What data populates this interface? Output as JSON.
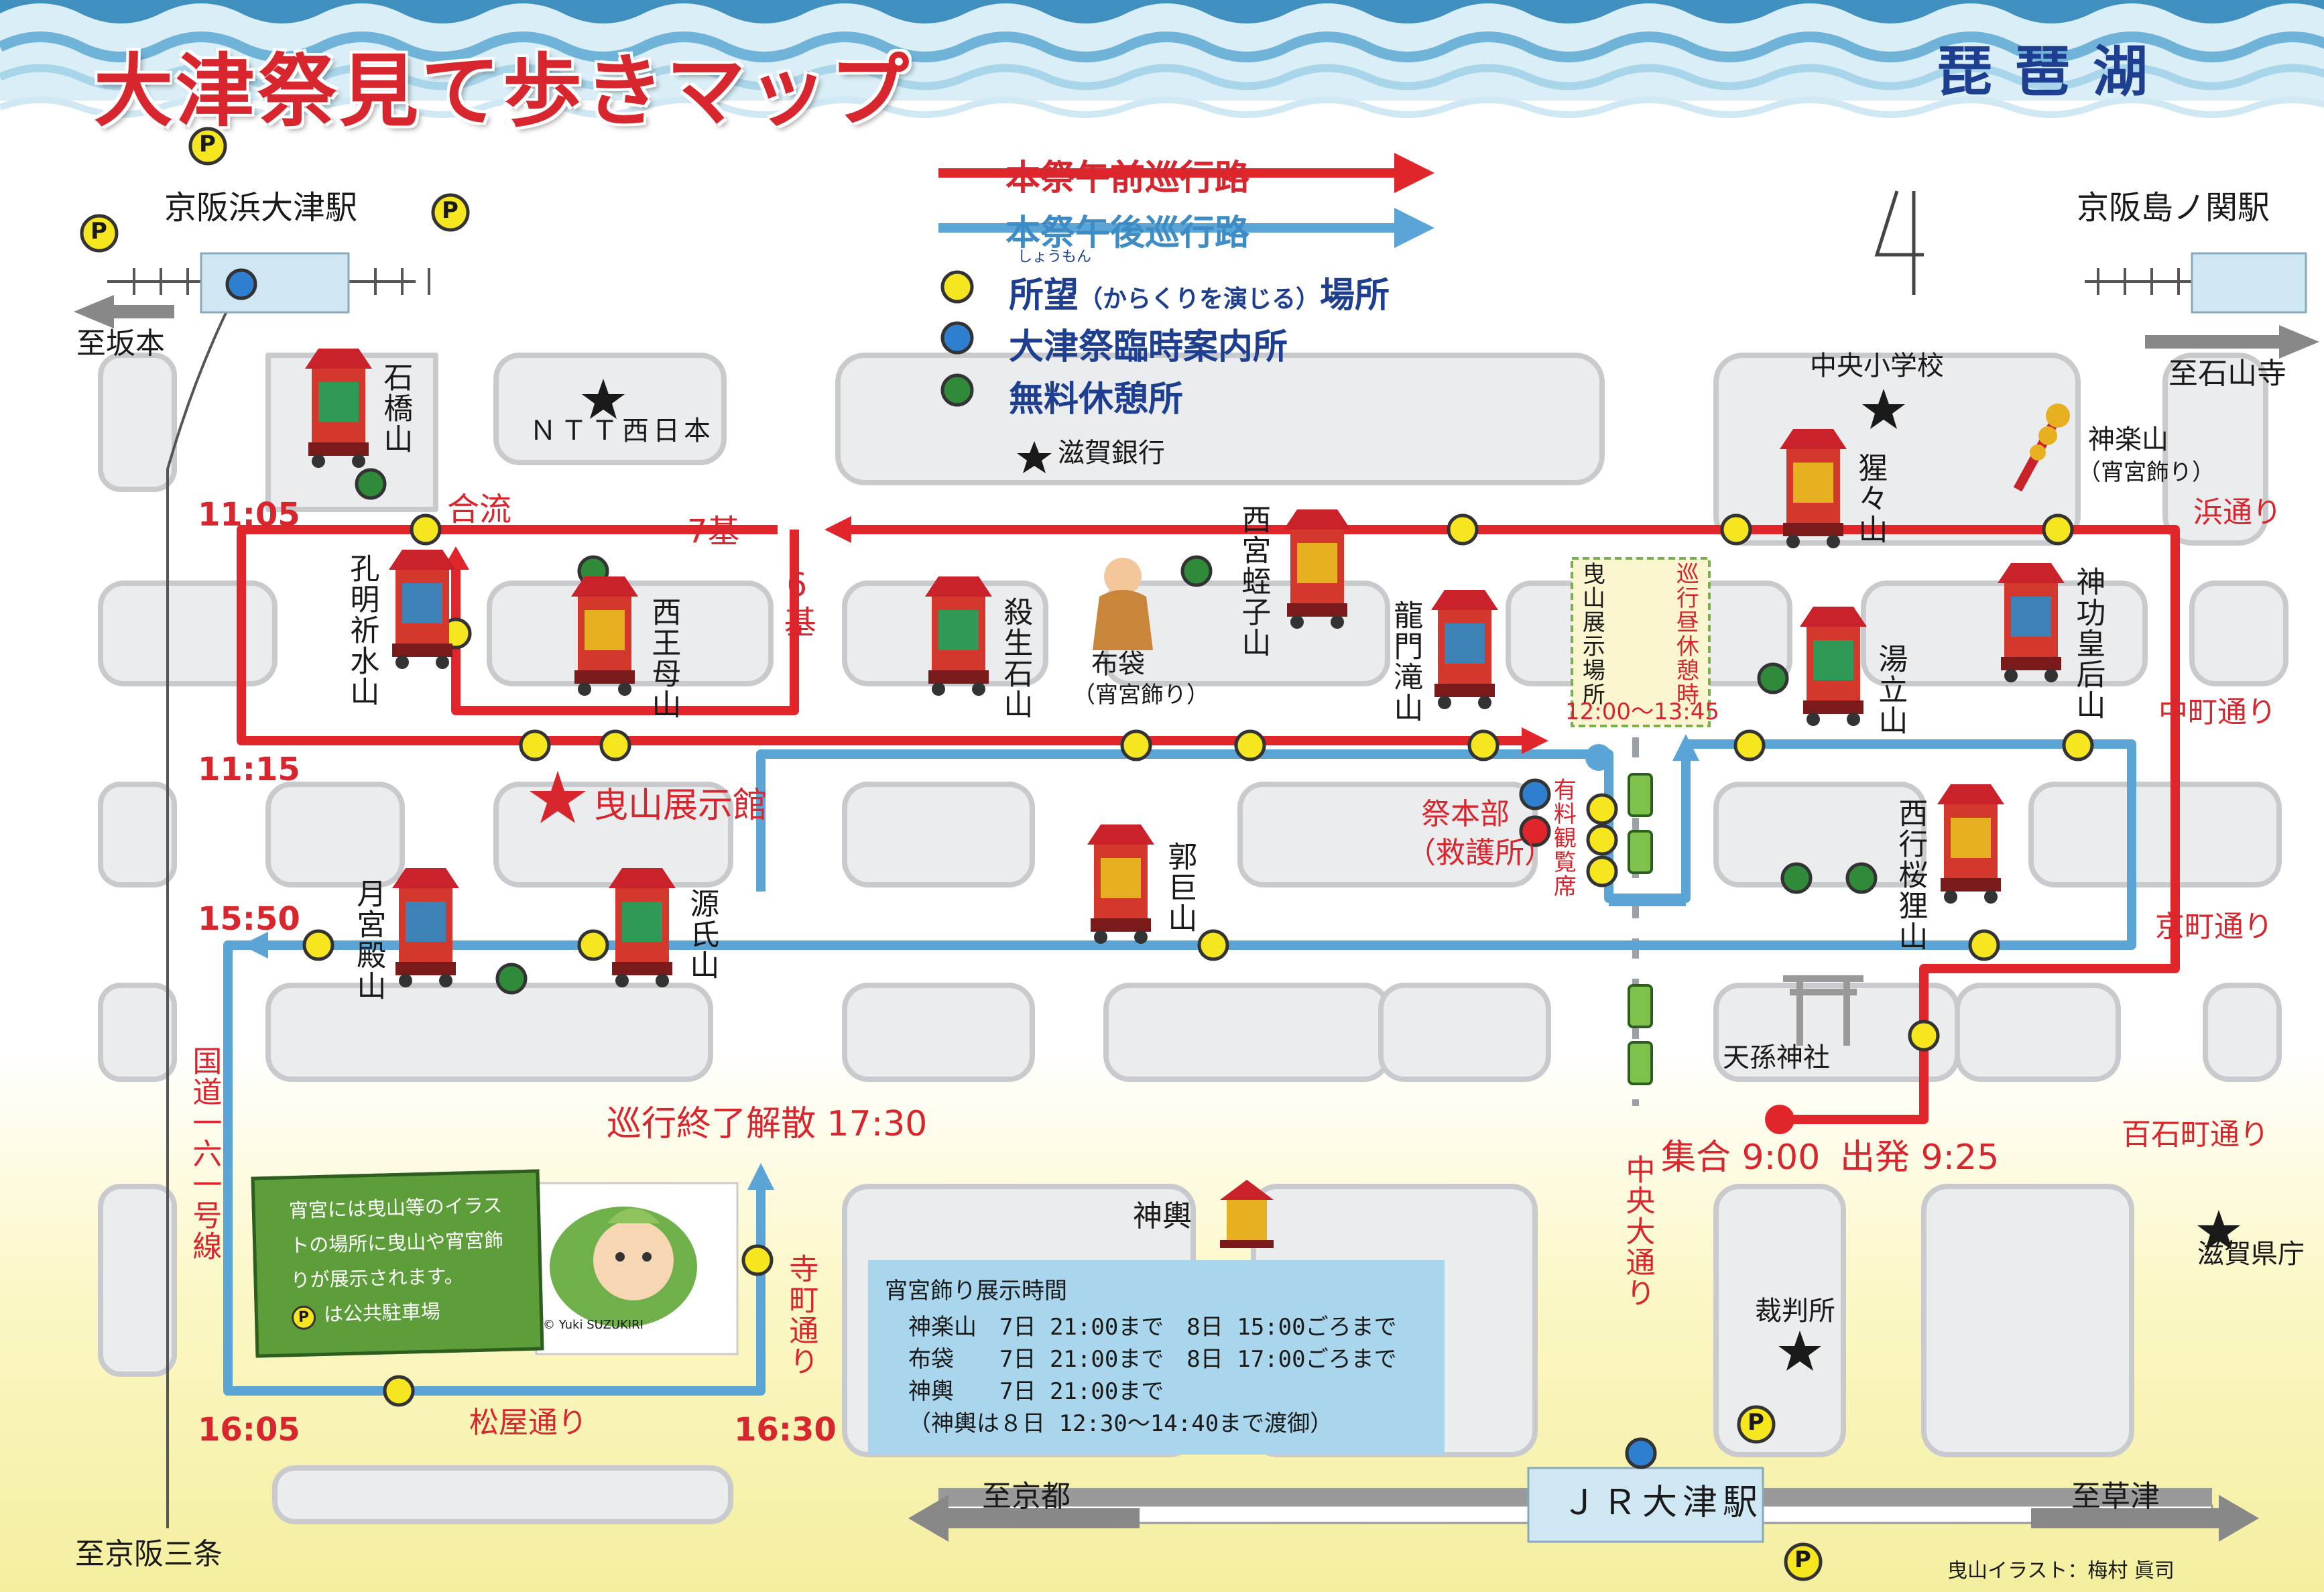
{
  "title": "大津祭見て歩きマップ",
  "lake": "琵琶湖",
  "stations": {
    "hamaotsu": "京阪浜大津駅",
    "shimanoseki": "京阪島ノ関駅",
    "jr": "ＪＲ大津駅"
  },
  "directions": {
    "sakamoto": "至坂本",
    "ishiyamadera": "至石山寺",
    "kyoto": "至京都",
    "kusatsu": "至草津",
    "keihansanjo": "至京阪三条"
  },
  "legend": {
    "morning_route": "本祭午前巡行路",
    "afternoon_route": "本祭午後巡行路",
    "shomon_ruby": "しょうもん",
    "shomon_main": "所望",
    "shomon_paren": "（からくりを演じる）",
    "shomon_place": "場所",
    "info_center": "大津祭臨時案内所",
    "rest_area": "無料休憩所"
  },
  "landmarks": {
    "ntt": "ＮＴＴ西日本",
    "shiga_bank": "滋賀銀行",
    "chuo_school": "中央小学校",
    "hikiyama_hall": "曳山展示館",
    "tenson": "天孫神社",
    "court": "裁判所",
    "prefecture": "滋賀県庁",
    "honbu_1": "祭本部",
    "honbu_2": "（救護所）",
    "paid_seats": "有料観覧席",
    "display_place": "曳山展示場所",
    "rest_time_label": "巡行昼休憩時",
    "rest_time": "12:00～13:45"
  },
  "floats": {
    "ishibashi": "石橋山",
    "koumei": "孔明祈水山",
    "seioubo": "西王母山",
    "sessho": "殺生石山",
    "hotei_1": "布袋",
    "hotei_2": "（宵宮飾り）",
    "nishinomiya": "西宮蛭子山",
    "ryumon": "龍門滝山",
    "shojo": "猩々山",
    "kagura_1": "神楽山",
    "kagura_2": "（宵宮飾り）",
    "yudate": "湯立山",
    "jingu": "神功皇后山",
    "gessen": "月宮殿山",
    "genji": "源氏山",
    "kakkyo": "郭巨山",
    "saigyo": "西行桜狸山",
    "mikoshi": "神輿"
  },
  "streets": {
    "hama": "浜通り",
    "nakamachi": "中町通り",
    "kyomachi": "京町通り",
    "hyakkoku": "百石町通り",
    "chuo_odori": "中央大通り",
    "teramachi": "寺町通り",
    "matsuya": "松屋通り",
    "route161": "国道一六一号線"
  },
  "route_labels": {
    "goryu": "合流",
    "seven": "7基",
    "six": "6基",
    "start": "集合 9:00",
    "depart": "出発 9:25",
    "end": "巡行終了解散 17:30"
  },
  "times": {
    "t1105": "11:05",
    "t1115": "11:15",
    "t1550": "15:50",
    "t1605": "16:05",
    "t1630": "16:30"
  },
  "info_board": {
    "line1": "宵宮には曳山等のイラス",
    "line2": "トの場所に曳山や宵宮飾",
    "line3": "りが展示されます。",
    "line4": "は公共駐車場",
    "copyright": "© Yuki SUZUKIRI"
  },
  "display_times": {
    "heading": "宵宮飾り展示時間",
    "row1": "神楽山　7日 21:00まで　8日 15:00ごろまで",
    "row2": "布袋　　7日 21:00まで　8日 17:00ごろまで",
    "row3": "神輿　　7日 21:00まで",
    "row4": "（神輿は８日 12:30～14:40まで渡御）"
  },
  "parking_symbol": "P",
  "credit": "曳山イラスト：梅村 眞司",
  "colors": {
    "morning_route": "#e0262b",
    "afternoon_route": "#5aa5d6",
    "shomon": "#f5e620",
    "info_center": "#2f7fd0",
    "rest_area": "#2f8a3a",
    "block": "#e9eaeb",
    "water": "#3f8fbf"
  }
}
